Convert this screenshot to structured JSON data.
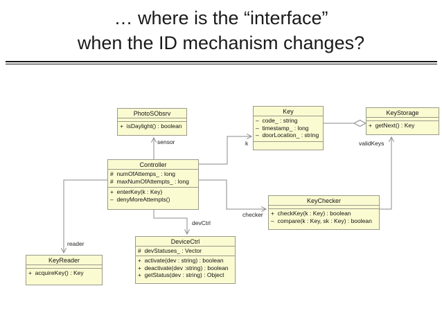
{
  "slide": {
    "title_line1": "… where is the “interface”",
    "title_line2": "when the ID mechanism changes?"
  },
  "diagram": {
    "classes": [
      {
        "name": "PhotoSObsrv",
        "attributes": [],
        "methods": [
          "+  isDaylight() : boolean"
        ]
      },
      {
        "name": "Key",
        "attributes": [
          "–  code_ : string",
          "–  timestamp_ : long",
          "–  doorLocation_ : string"
        ],
        "methods": []
      },
      {
        "name": "KeyStorage",
        "attributes": [],
        "methods": [
          "+  getNext() : Key"
        ]
      },
      {
        "name": "Controller",
        "attributes": [
          "#  numOfAttemps_ : long",
          "#  maxNumOfAttempts_ : long"
        ],
        "methods": [
          "+  enterKey(k : Key)",
          "–  denyMoreAttempts()"
        ]
      },
      {
        "name": "KeyChecker",
        "attributes": [],
        "methods": [
          "+  checkKey(k : Key) : boolean",
          "–  compare(k : Key, sk : Key) : boolean"
        ]
      },
      {
        "name": "DeviceCtrl",
        "attributes": [
          "#  devStatuses_ : Vector"
        ],
        "methods": [
          "+  activate(dev : string) : boolean",
          "+  deactivate(dev :string) : boolean",
          "+  getStatus(dev : string) : Object"
        ]
      },
      {
        "name": "KeyReader",
        "attributes": [],
        "methods": [
          "+  acquireKey() : Key"
        ]
      }
    ],
    "edge_labels": {
      "sensor": "sensor",
      "k": "k",
      "checker": "checker",
      "devctrl": "devCtrl",
      "reader": "reader",
      "validkeys": "validKeys"
    },
    "colors": {
      "class_fill": "#fbfbd2",
      "class_border": "#98988a",
      "line": "#8a8a8a",
      "title_text": "#1a1a1a"
    }
  }
}
